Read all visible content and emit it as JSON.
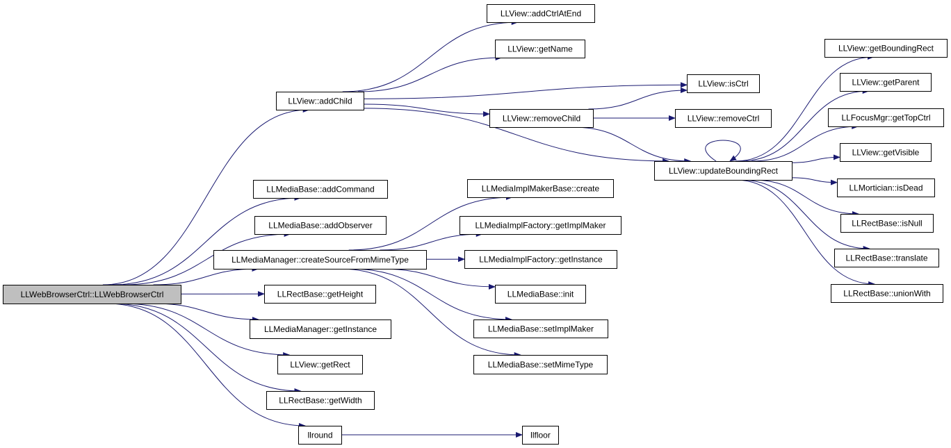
{
  "colors": {
    "edge": "#191970",
    "root_fill": "#bfbfbf",
    "node_fill": "#ffffff",
    "node_border": "#000000"
  },
  "nodes": [
    {
      "id": "root",
      "label": "LLWebBrowserCtrl::LLWebBrowserCtrl"
    },
    {
      "id": "addChild",
      "label": "LLView::addChild"
    },
    {
      "id": "addCtrlAtEnd",
      "label": "LLView::addCtrlAtEnd"
    },
    {
      "id": "getName",
      "label": "LLView::getName"
    },
    {
      "id": "isCtrl",
      "label": "LLView::isCtrl"
    },
    {
      "id": "removeChild",
      "label": "LLView::removeChild"
    },
    {
      "id": "removeCtrl",
      "label": "LLView::removeCtrl"
    },
    {
      "id": "updateBoundingRect",
      "label": "LLView::updateBoundingRect"
    },
    {
      "id": "getBoundingRect",
      "label": "LLView::getBoundingRect"
    },
    {
      "id": "getParent",
      "label": "LLView::getParent"
    },
    {
      "id": "getTopCtrl",
      "label": "LLFocusMgr::getTopCtrl"
    },
    {
      "id": "getVisible",
      "label": "LLView::getVisible"
    },
    {
      "id": "isDead",
      "label": "LLMortician::isDead"
    },
    {
      "id": "isNull",
      "label": "LLRectBase::isNull"
    },
    {
      "id": "translate",
      "label": "LLRectBase::translate"
    },
    {
      "id": "unionWith",
      "label": "LLRectBase::unionWith"
    },
    {
      "id": "addCommand",
      "label": "LLMediaBase::addCommand"
    },
    {
      "id": "addObserver",
      "label": "LLMediaBase::addObserver"
    },
    {
      "id": "createSource",
      "label": "LLMediaManager::createSourceFromMimeType"
    },
    {
      "id": "implMakerCreate",
      "label": "LLMediaImplMakerBase::create"
    },
    {
      "id": "getImplMaker",
      "label": "LLMediaImplFactory::getImplMaker"
    },
    {
      "id": "factoryGetInstance",
      "label": "LLMediaImplFactory::getInstance"
    },
    {
      "id": "mediaInit",
      "label": "LLMediaBase::init"
    },
    {
      "id": "setImplMaker",
      "label": "LLMediaBase::setImplMaker"
    },
    {
      "id": "setMimeType",
      "label": "LLMediaBase::setMimeType"
    },
    {
      "id": "getHeight",
      "label": "LLRectBase::getHeight"
    },
    {
      "id": "managerGetInstance",
      "label": "LLMediaManager::getInstance"
    },
    {
      "id": "getRect",
      "label": "LLView::getRect"
    },
    {
      "id": "getWidth",
      "label": "LLRectBase::getWidth"
    },
    {
      "id": "llround",
      "label": "llround"
    },
    {
      "id": "llfloor",
      "label": "llfloor"
    }
  ],
  "edges": [
    [
      "root",
      "addChild"
    ],
    [
      "root",
      "addCommand"
    ],
    [
      "root",
      "addObserver"
    ],
    [
      "root",
      "createSource"
    ],
    [
      "root",
      "getHeight"
    ],
    [
      "root",
      "managerGetInstance"
    ],
    [
      "root",
      "getRect"
    ],
    [
      "root",
      "getWidth"
    ],
    [
      "root",
      "llround"
    ],
    [
      "addChild",
      "addCtrlAtEnd"
    ],
    [
      "addChild",
      "getName"
    ],
    [
      "addChild",
      "isCtrl"
    ],
    [
      "addChild",
      "removeChild"
    ],
    [
      "addChild",
      "updateBoundingRect"
    ],
    [
      "removeChild",
      "isCtrl"
    ],
    [
      "removeChild",
      "removeCtrl"
    ],
    [
      "removeChild",
      "updateBoundingRect"
    ],
    [
      "updateBoundingRect",
      "updateBoundingRect"
    ],
    [
      "updateBoundingRect",
      "getBoundingRect"
    ],
    [
      "updateBoundingRect",
      "getParent"
    ],
    [
      "updateBoundingRect",
      "getTopCtrl"
    ],
    [
      "updateBoundingRect",
      "getVisible"
    ],
    [
      "updateBoundingRect",
      "isDead"
    ],
    [
      "updateBoundingRect",
      "isNull"
    ],
    [
      "updateBoundingRect",
      "translate"
    ],
    [
      "updateBoundingRect",
      "unionWith"
    ],
    [
      "createSource",
      "implMakerCreate"
    ],
    [
      "createSource",
      "getImplMaker"
    ],
    [
      "createSource",
      "factoryGetInstance"
    ],
    [
      "createSource",
      "mediaInit"
    ],
    [
      "createSource",
      "setImplMaker"
    ],
    [
      "createSource",
      "setMimeType"
    ],
    [
      "llround",
      "llfloor"
    ]
  ]
}
